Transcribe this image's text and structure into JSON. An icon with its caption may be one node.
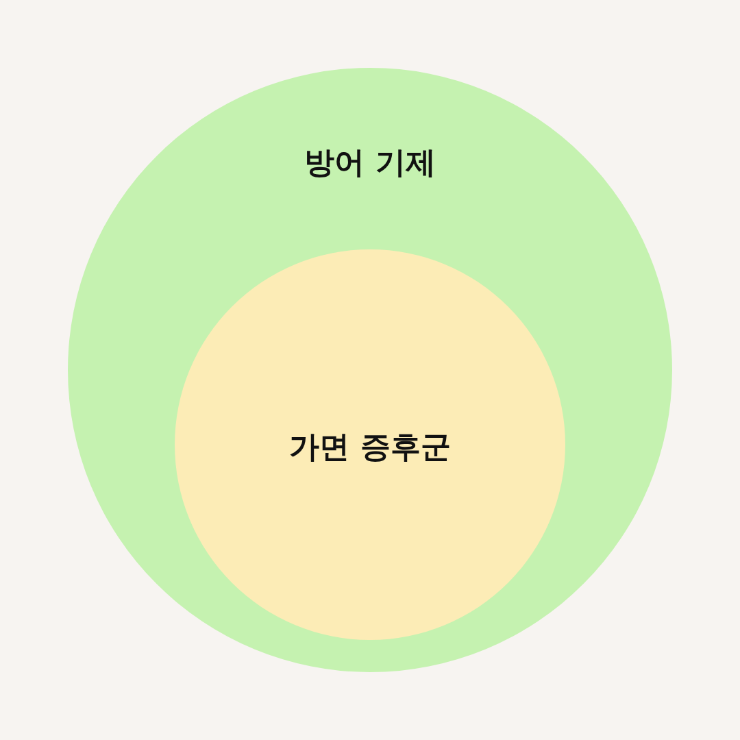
{
  "diagram": {
    "nodes": [
      {
        "text": [
          "방어 기제"
        ]
      },
      {
        "text": [
          "가면 증후군"
        ],
        "in": 0
      }
    ]
  }
}
